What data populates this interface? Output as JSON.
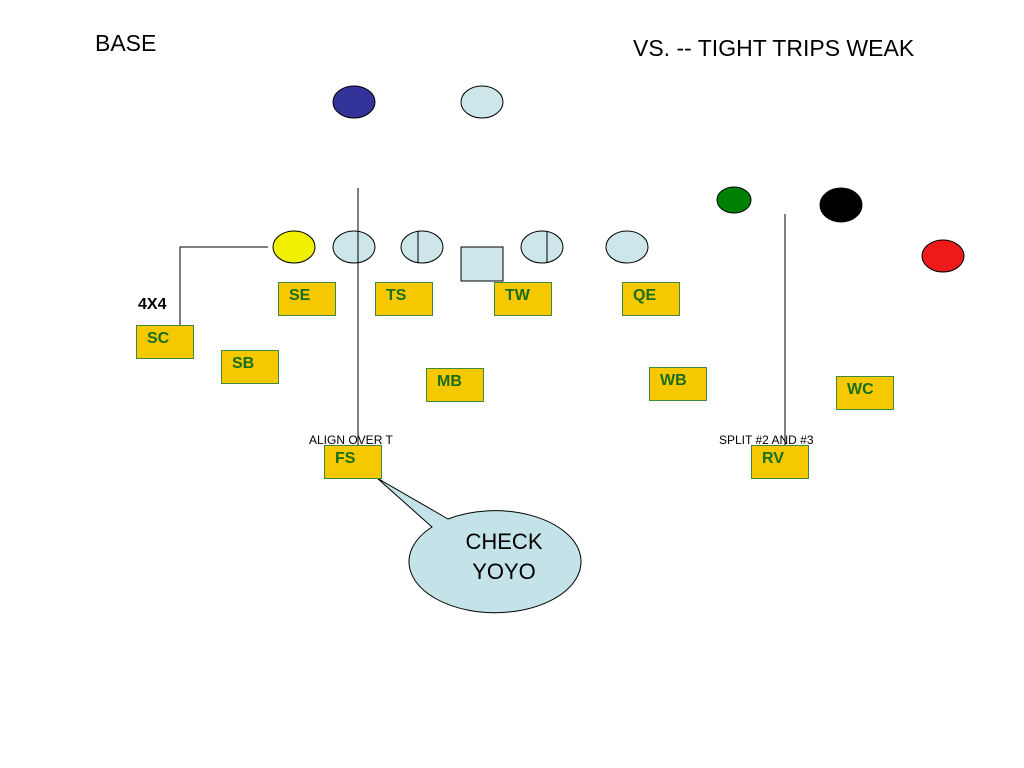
{
  "title": "BASE",
  "formation": "VS. --  TIGHT TRIPS WEAK",
  "alignment_label": "4X4",
  "notes": {
    "fs": "ALIGN OVER T",
    "rv": "SPLIT #2 AND #3"
  },
  "positions": {
    "se": "SE",
    "ts": "TS",
    "tw": "TW",
    "qe": "QE",
    "sc": "SC",
    "sb": "SB",
    "mb": "MB",
    "wb": "WB",
    "wc": "WC",
    "fs": "FS",
    "rv": "RV"
  },
  "callout": {
    "line1": "CHECK",
    "line2": "YOYO"
  },
  "colors": {
    "box_fill": "#f5c800",
    "box_text": "#1a6e1a",
    "offense_light": "#cce6ea",
    "back_dark": "#333399",
    "receiver_yellow": "#f0f000",
    "receiver_green": "#008000",
    "receiver_black": "#000000",
    "receiver_red": "#ee1a1a"
  }
}
